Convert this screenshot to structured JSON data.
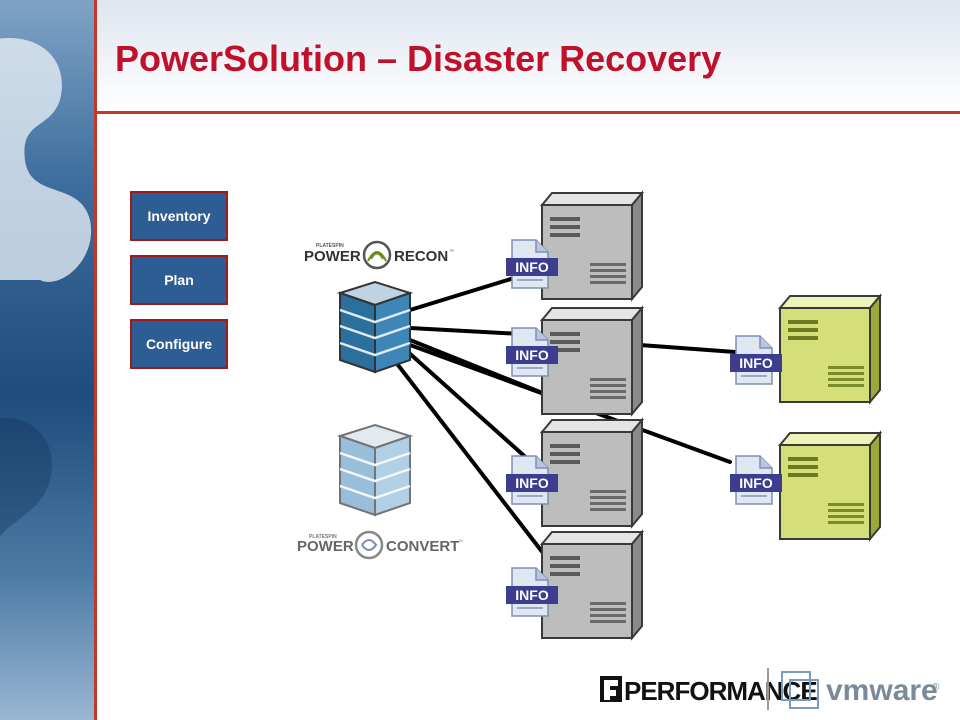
{
  "slide": {
    "title": "PowerSolution – Disaster Recovery"
  },
  "menu": {
    "items": [
      {
        "label": "Inventory"
      },
      {
        "label": "Plan"
      },
      {
        "label": "Configure"
      }
    ]
  },
  "diagram": {
    "info_label": "INFO",
    "recon_logo": {
      "small": "PLATESPIN",
      "word1": "POWER",
      "word2": "RECON",
      "tm": "™"
    },
    "convert_logo": {
      "small": "PLATESPIN",
      "word1": "POWER",
      "word2": "CONVERT",
      "tm": "™"
    }
  },
  "footer": {
    "performance_logo": "PERFORMANCE",
    "vmware_logo": "vmware",
    "vmware_reg": "®"
  },
  "colors": {
    "accent_red": "#c0102a",
    "button_blue": "#2d5d92",
    "info_badge": "#3c3d8f",
    "source_server": "#b5b5b5",
    "target_server": "#d4df7a"
  }
}
